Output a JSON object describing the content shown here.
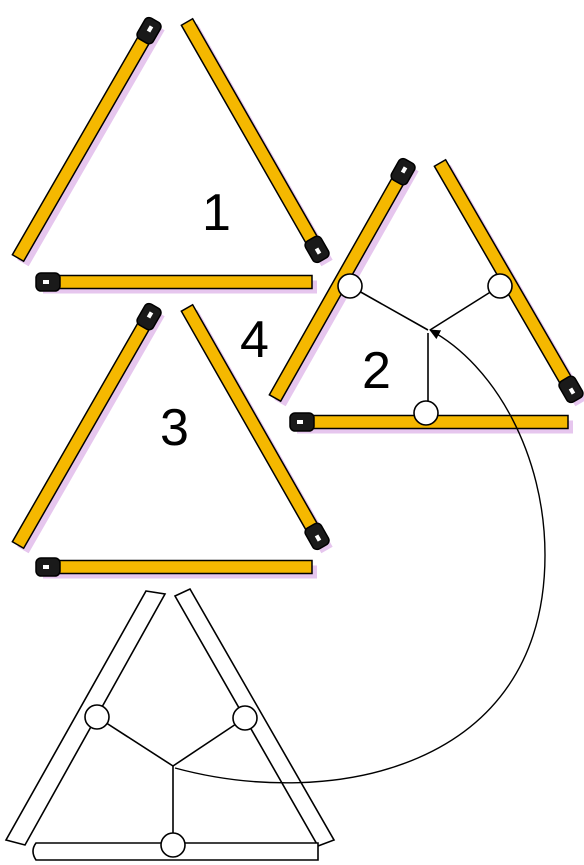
{
  "labels": {
    "triangle_1": "1",
    "triangle_2": "2",
    "triangle_3": "3",
    "triangle_4": "4"
  },
  "colors": {
    "match_wood": "#f5b800",
    "match_outline": "#000000",
    "match_head": "#1a1a1a",
    "match_shadow": "#e6c6ee",
    "hinge_fill": "#ffffff"
  },
  "icons": {
    "match": "matchstick-icon",
    "hinge": "pivot-circle-icon",
    "arrow": "curved-arrow-icon"
  }
}
